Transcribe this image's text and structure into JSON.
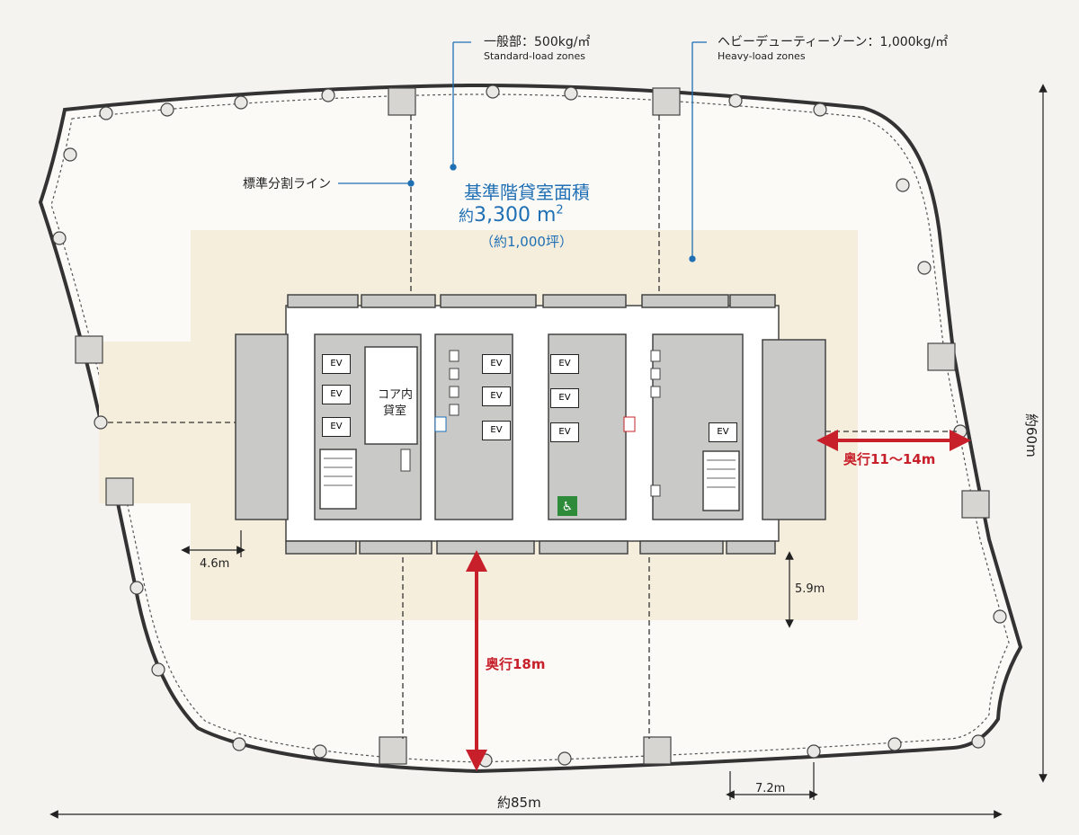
{
  "annotations": {
    "standard_load_jp": "一般部：500kg/㎡",
    "standard_load_en": "Standard-load zones",
    "heavy_load_jp": "ヘビーデューティーゾーン：1,000kg/㎡",
    "heavy_load_en": "Heavy-load zones",
    "division_line": "標準分割ライン"
  },
  "floor_area": {
    "title": "基準階貸室面積",
    "area_prefix": "約",
    "area_value": "3,300 m",
    "area_sup": "2",
    "tsubo": "（約1,000坪）"
  },
  "core": {
    "elevator_label": "EV",
    "rental_room_line1": "コア内",
    "rental_room_line2": "貸室"
  },
  "dimensions": {
    "depth_side": "奥行11～14m",
    "depth_front": "奥行18m",
    "overall_width": "約85m",
    "overall_height": "約60m",
    "column_margin": "4.6m",
    "core_offset": "5.9m",
    "column_span": "7.2m"
  },
  "colors": {
    "accent_blue": "#1f6fb4",
    "dimension_red": "#c8202a",
    "heavy_zone": "#f5eedd",
    "core_block": "#c9c9c7"
  }
}
